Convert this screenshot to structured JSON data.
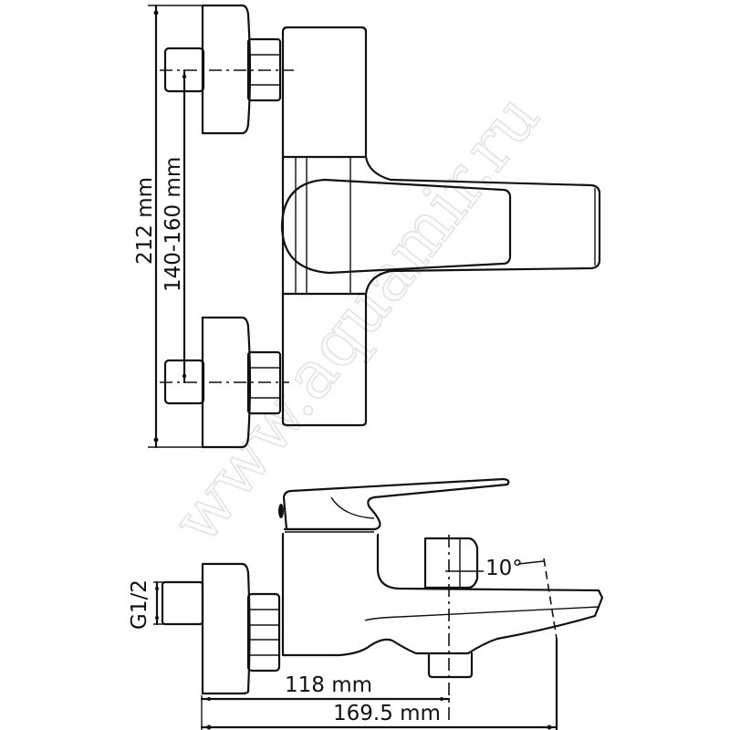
{
  "diagram": {
    "subject": "Wall-mounted bath mixer faucet technical drawing",
    "views": [
      "top view",
      "side view"
    ],
    "watermark": "www.aquamir.ru",
    "line_color": "#111111",
    "background": "#ffffff"
  },
  "dimensions": {
    "overall_height": "212 mm",
    "inlet_spacing": "140-160 mm",
    "thread_size": "G1/2",
    "spout_angle": "10°",
    "outlet_reach": "118 mm",
    "overall_depth": "169.5 mm"
  }
}
